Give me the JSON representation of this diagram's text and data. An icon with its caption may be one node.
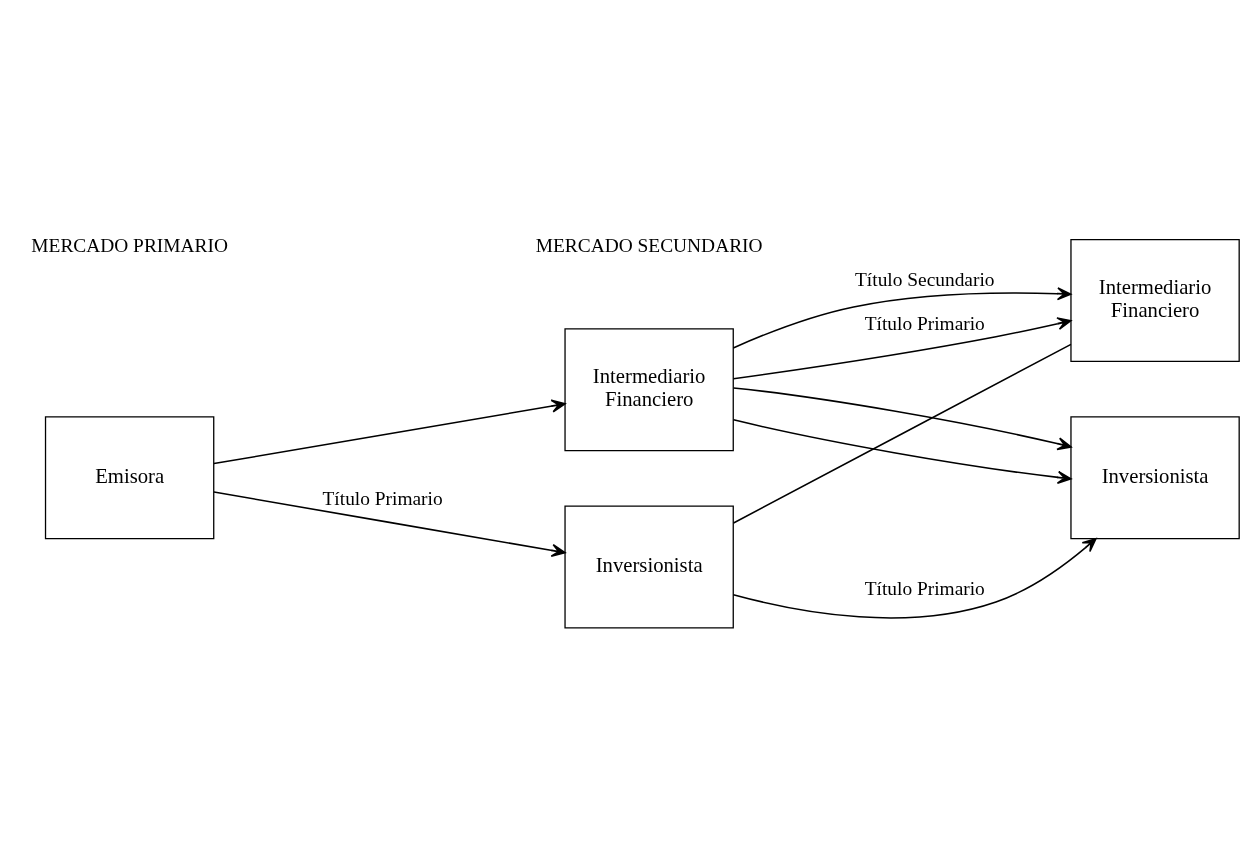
{
  "diagram": {
    "nodes": [
      {
        "text": [
          "Emisora"
        ]
      },
      {
        "text": [
          "Inversionista"
        ]
      },
      {
        "text": [
          "Intermediario",
          "Financiero"
        ]
      },
      {
        "text": [
          "Inversionista"
        ]
      },
      {
        "text": [
          "Intermediario",
          "Financiero"
        ]
      }
    ],
    "edges": [
      {
        "from": 0,
        "to": 1,
        "arrow": "to",
        "label": "Título Primario"
      },
      {
        "from": 0,
        "to": 2,
        "arrow": "to"
      },
      {
        "from": 1,
        "to": 3,
        "arrow": "to",
        "label": "Título Primario"
      },
      {
        "from": 1,
        "to": 4,
        "arrow": "none"
      },
      {
        "from": 2,
        "to": 4,
        "arrow": "to",
        "label": "Título Primario"
      },
      {
        "from": 2,
        "to": 3,
        "arrow": "to"
      },
      {
        "from": 2,
        "to": 4,
        "arrow": "to",
        "label": "Título Secundario"
      },
      {
        "from": 2,
        "to": 3,
        "arrow": "to"
      }
    ],
    "labels": [
      "MERCADO PRIMARIO",
      "MERCADO SECUNDARIO"
    ]
  }
}
